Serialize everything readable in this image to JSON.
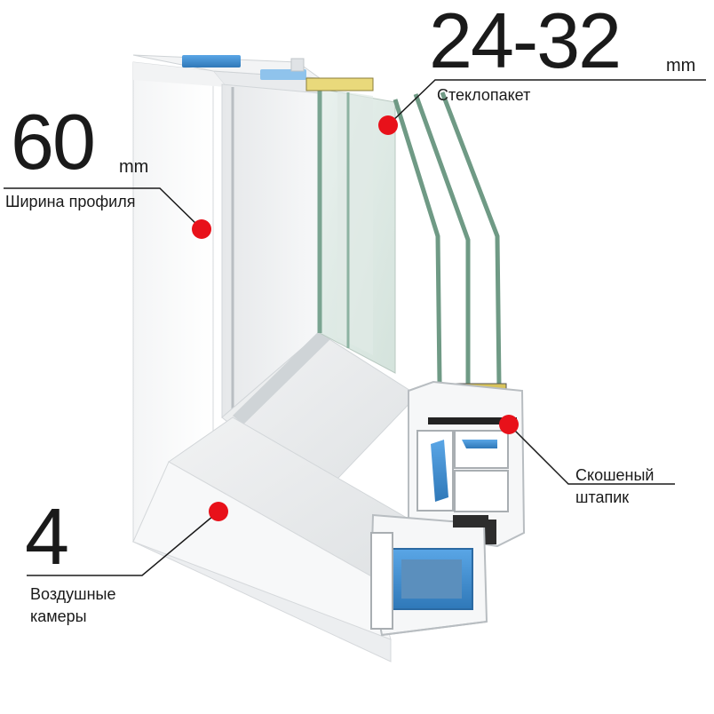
{
  "callouts": {
    "glass": {
      "value": "24-32",
      "unit": "mm",
      "label": "Стеклопакет"
    },
    "profile": {
      "value": "60",
      "unit": "mm",
      "label": "Ширина профиля"
    },
    "bead": {
      "line1": "Скошеный",
      "line2": "штапик"
    },
    "chambers": {
      "value": "4",
      "line1": "Воздушные",
      "line2": "камеры"
    }
  },
  "colors": {
    "marker": "#e8111a",
    "text": "#1a1a1a",
    "glass": "#6f9a85",
    "insert": "#4a8fcf",
    "seal": "#222222",
    "spacer": "#d8c35a"
  }
}
